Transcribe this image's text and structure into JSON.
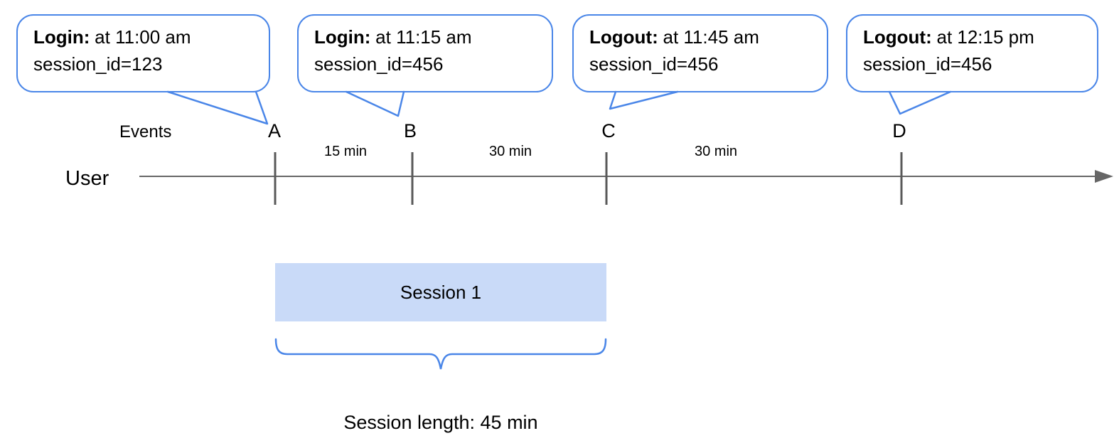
{
  "colors": {
    "accent": "#4a86e8",
    "session_fill": "#c9daf8",
    "axis": "#666666",
    "tick": "#595959",
    "text": "#000000"
  },
  "axis": {
    "row_label": "User",
    "events_label": "Events"
  },
  "callouts": [
    {
      "marker": "A",
      "title": "Login:",
      "time": "at 11:00 am",
      "session": "session_id=123"
    },
    {
      "marker": "B",
      "title": "Login:",
      "time": "at 11:15 am",
      "session": "session_id=456"
    },
    {
      "marker": "C",
      "title": "Logout:",
      "time": "at 11:45 am",
      "session": "session_id=456"
    },
    {
      "marker": "D",
      "title": "Logout:",
      "time": "at 12:15 pm",
      "session": "session_id=456"
    }
  ],
  "intervals": [
    {
      "label": "15 min"
    },
    {
      "label": "30 min"
    },
    {
      "label": "30 min"
    }
  ],
  "session": {
    "box_label": "Session 1",
    "length_label": "Session length: 45 min"
  }
}
